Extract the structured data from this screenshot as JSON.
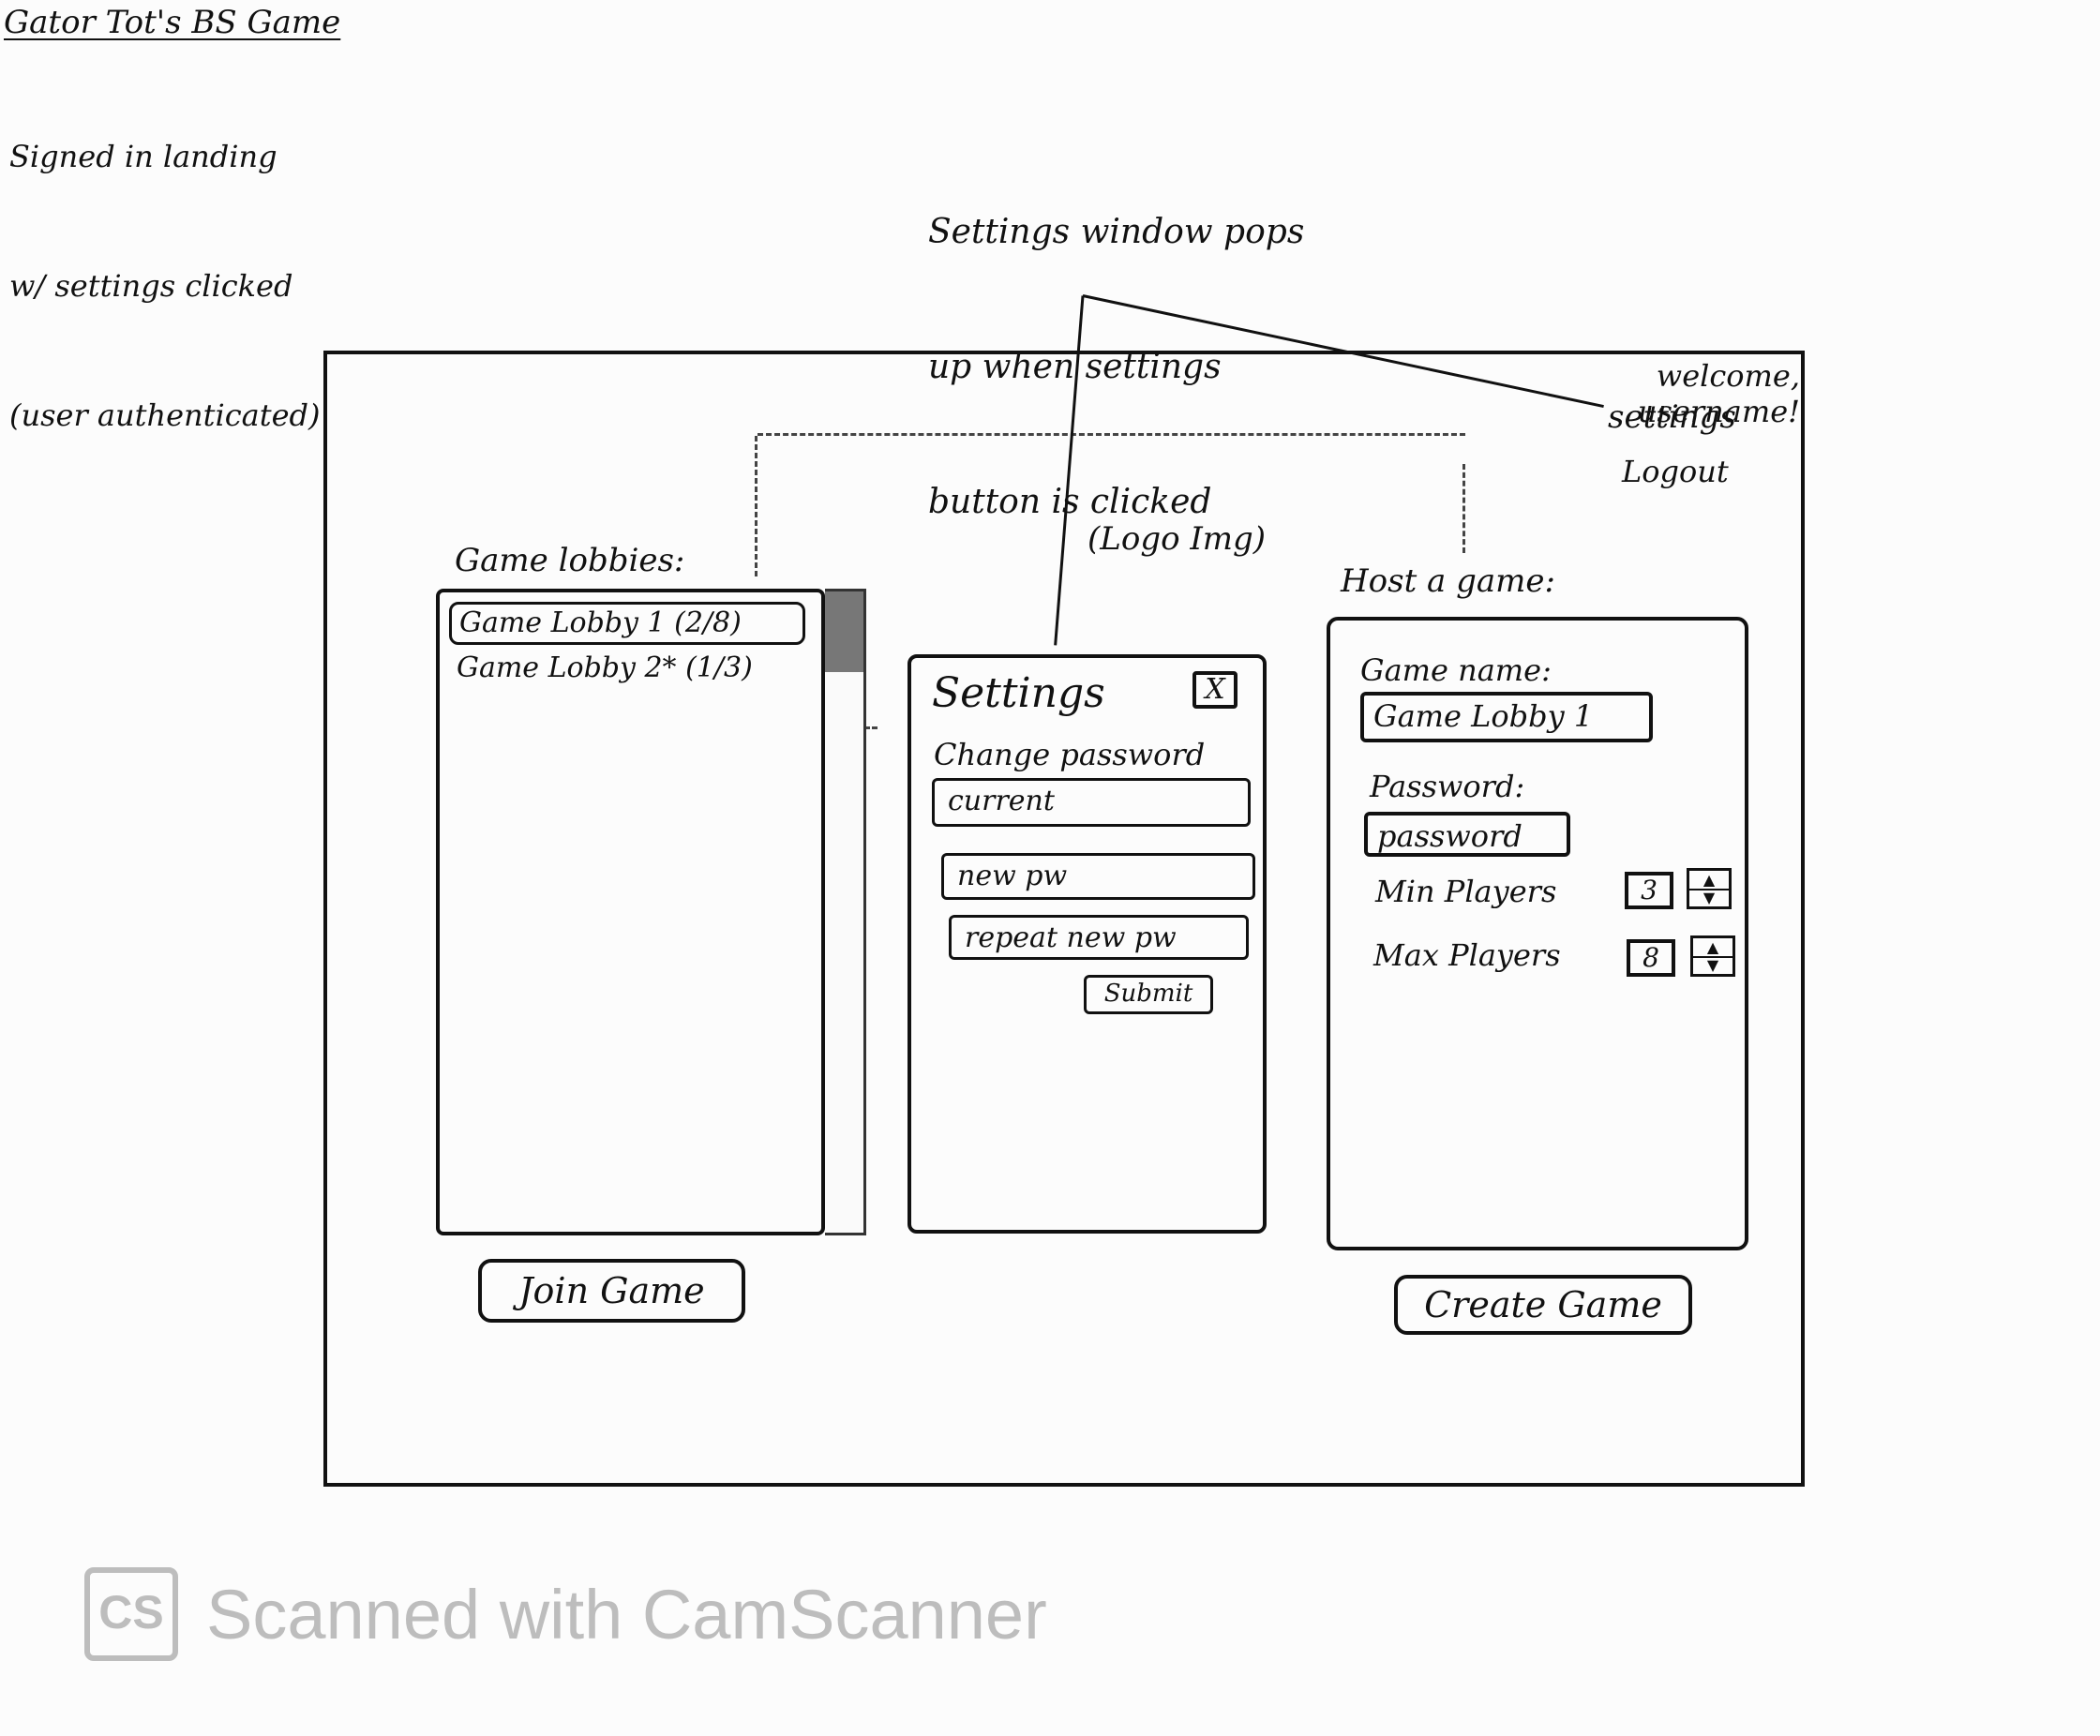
{
  "header": {
    "title": "Gator Tot's BS Game",
    "note_lines": [
      "Signed in landing",
      "w/ settings clicked",
      "(user authenticated)"
    ]
  },
  "annotation": {
    "lines": [
      "Settings window pops",
      "up when settings",
      "button is clicked"
    ]
  },
  "topbar": {
    "welcome": "welcome, username!",
    "settings_label": "settings",
    "logout_label": "Logout"
  },
  "logo": {
    "text": "(Logo Img)"
  },
  "lobbies": {
    "label": "Game lobbies:",
    "items": [
      {
        "name": "Game Lobby 1",
        "count": "(2/8)"
      },
      {
        "name": "Game Lobby 2*",
        "count": "(1/3)"
      }
    ],
    "join_label": "Join Game"
  },
  "settings_modal": {
    "title": "Settings",
    "close_label": "X",
    "subtitle": "Change password",
    "current_placeholder": "current",
    "new_placeholder": "new pw",
    "repeat_placeholder": "repeat new pw",
    "submit_label": "Submit"
  },
  "host": {
    "label": "Host a game:",
    "game_name_label": "Game name:",
    "game_name_value": "Game Lobby 1",
    "password_label": "Password:",
    "password_value": "password",
    "min_label": "Min Players",
    "min_value": "3",
    "max_label": "Max Players",
    "max_value": "8",
    "create_label": "Create Game"
  },
  "watermark": {
    "logo_text": "CS",
    "text": "Scanned with CamScanner"
  }
}
